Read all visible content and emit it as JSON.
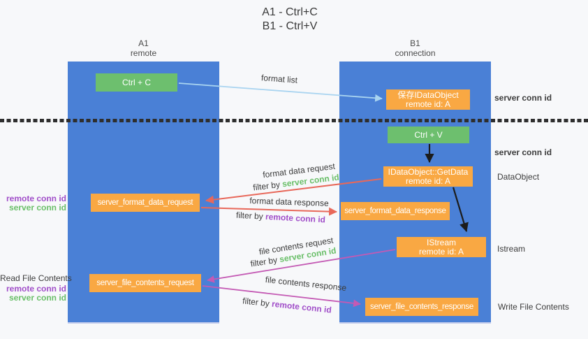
{
  "title": {
    "line1": "A1 - Ctrl+C",
    "line2": "B1 - Ctrl+V"
  },
  "columns": {
    "left": {
      "name": "A1",
      "role": "remote"
    },
    "right": {
      "name": "B1",
      "role": "connection"
    }
  },
  "nodes": {
    "ctrl_c": {
      "label": "Ctrl + C"
    },
    "save_dataobject": {
      "line1": "保存IDataObject",
      "line2": "remote id: A"
    },
    "ctrl_v": {
      "label": "Ctrl + V"
    },
    "getdata": {
      "line1": "IDataObject::GetData",
      "line2": "remote id: A"
    },
    "format_request": {
      "label": "server_format_data_request"
    },
    "format_response": {
      "label": "server_format_data_response"
    },
    "istream": {
      "line1": "IStream",
      "line2": "remote id: A"
    },
    "file_request": {
      "label": "server_file_contents_request"
    },
    "file_response": {
      "label": "server_file_contents_response"
    }
  },
  "arrows": {
    "format_list": {
      "label": "format list"
    },
    "format_data_request": {
      "label": "format data request",
      "filter_prefix": "filter by ",
      "filter_id": "server conn id"
    },
    "format_data_response": {
      "label": "format data response",
      "filter_prefix": "filter by ",
      "filter_id": "remote conn id"
    },
    "file_contents_request": {
      "label": "file contents request",
      "filter_prefix": "filter by ",
      "filter_id": "server conn id"
    },
    "file_contents_response": {
      "label": "file contents response",
      "filter_prefix": "filter by ",
      "filter_id": "remote conn id"
    }
  },
  "side_labels": {
    "right_server_conn_id_top": "server conn id",
    "right_server_conn_id_mid": "server conn id",
    "dataobject": "DataObject",
    "istream": "Istream",
    "write_file_contents": "Write File Contents",
    "read_file_contents": "Read File Contents",
    "left_top": {
      "remote": "remote conn id",
      "server": "server conn id"
    },
    "left_bottom": {
      "remote": "remote conn id",
      "server": "server conn id"
    }
  },
  "colors": {
    "background": "#f7f8fa",
    "lifeline_blue": "#4a80d6",
    "node_green": "#6dbf6e",
    "node_orange": "#f9a843",
    "arrow_blue": "#a9d4f0",
    "arrow_red": "#e8685a",
    "arrow_magenta": "#c45ab4",
    "arrow_black": "#1c1c1c",
    "text_green": "#6abf69",
    "text_purple": "#a14fc9",
    "text_dark": "#3c3c3c"
  }
}
